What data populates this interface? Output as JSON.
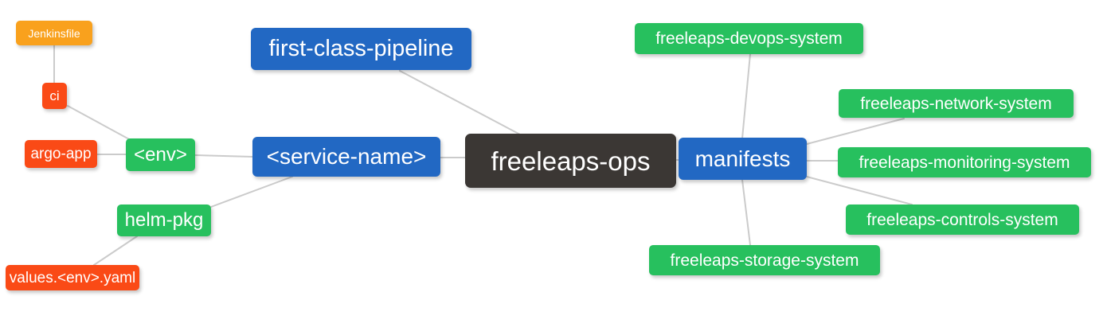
{
  "diagram": {
    "type": "mindmap",
    "title": "freeleaps-ops repository structure mind map",
    "hierarchy": {
      "label": "freeleaps-ops",
      "children": [
        {
          "label": "first-class-pipeline",
          "children": []
        },
        {
          "label": "<service-name>",
          "children": [
            {
              "label": "<env>",
              "children": [
                {
                  "label": "ci",
                  "children": [
                    {
                      "label": "Jenkinsfile"
                    }
                  ]
                },
                {
                  "label": "argo-app"
                }
              ]
            },
            {
              "label": "helm-pkg",
              "children": [
                {
                  "label": "values.<env>.yaml"
                }
              ]
            }
          ]
        },
        {
          "label": "manifests",
          "children": [
            {
              "label": "freeleaps-devops-system"
            },
            {
              "label": "freeleaps-network-system"
            },
            {
              "label": "freeleaps-monitoring-system"
            },
            {
              "label": "freeleaps-controls-system"
            },
            {
              "label": "freeleaps-storage-system"
            }
          ]
        }
      ]
    }
  },
  "nodes": {
    "root": {
      "label": "freeleaps-ops"
    },
    "pipeline": {
      "label": "first-class-pipeline"
    },
    "service_name": {
      "label": "<service-name>"
    },
    "manifests": {
      "label": "manifests"
    },
    "env": {
      "label": "<env>"
    },
    "helm_pkg": {
      "label": "helm-pkg"
    },
    "ci": {
      "label": "ci"
    },
    "argo_app": {
      "label": "argo-app"
    },
    "jenkinsfile": {
      "label": "Jenkinsfile"
    },
    "values_env_yaml": {
      "label": "values.<env>.yaml"
    },
    "devops_system": {
      "label": "freeleaps-devops-system"
    },
    "network_system": {
      "label": "freeleaps-network-system"
    },
    "monitoring_system": {
      "label": "freeleaps-monitoring-system"
    },
    "controls_system": {
      "label": "freeleaps-controls-system"
    },
    "storage_system": {
      "label": "freeleaps-storage-system"
    }
  },
  "palette": {
    "root_bg": "#3b3734",
    "level1_bg": "#2268c3",
    "level2_bg": "#27c05e",
    "level3_bg": "#fa4a16",
    "level4_bg": "#f9a11d",
    "edge_line": "#cbcbcb",
    "node_text": "#ffffff",
    "background": "#ffffff"
  }
}
